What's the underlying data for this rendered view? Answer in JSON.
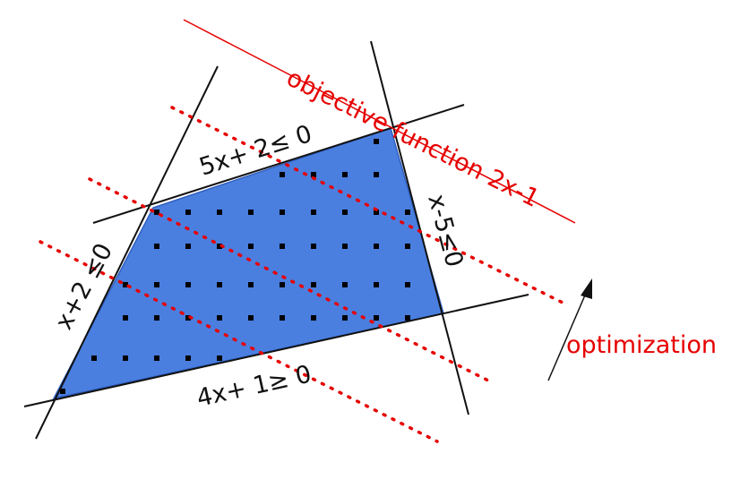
{
  "labels": {
    "objective": "objective function 2x-1",
    "top_constraint": "5x+ 2≤ 0",
    "right_constraint": "x-5≤0",
    "left_constraint": "x+2 ≤0",
    "bottom_constraint": "4x+ 1≥ 0",
    "optimization": "optimization"
  },
  "colors": {
    "region_fill": "#4a7fe0",
    "objective_line": "#e60000",
    "constraint_line": "#111111",
    "label_accent": "#e60000"
  }
}
